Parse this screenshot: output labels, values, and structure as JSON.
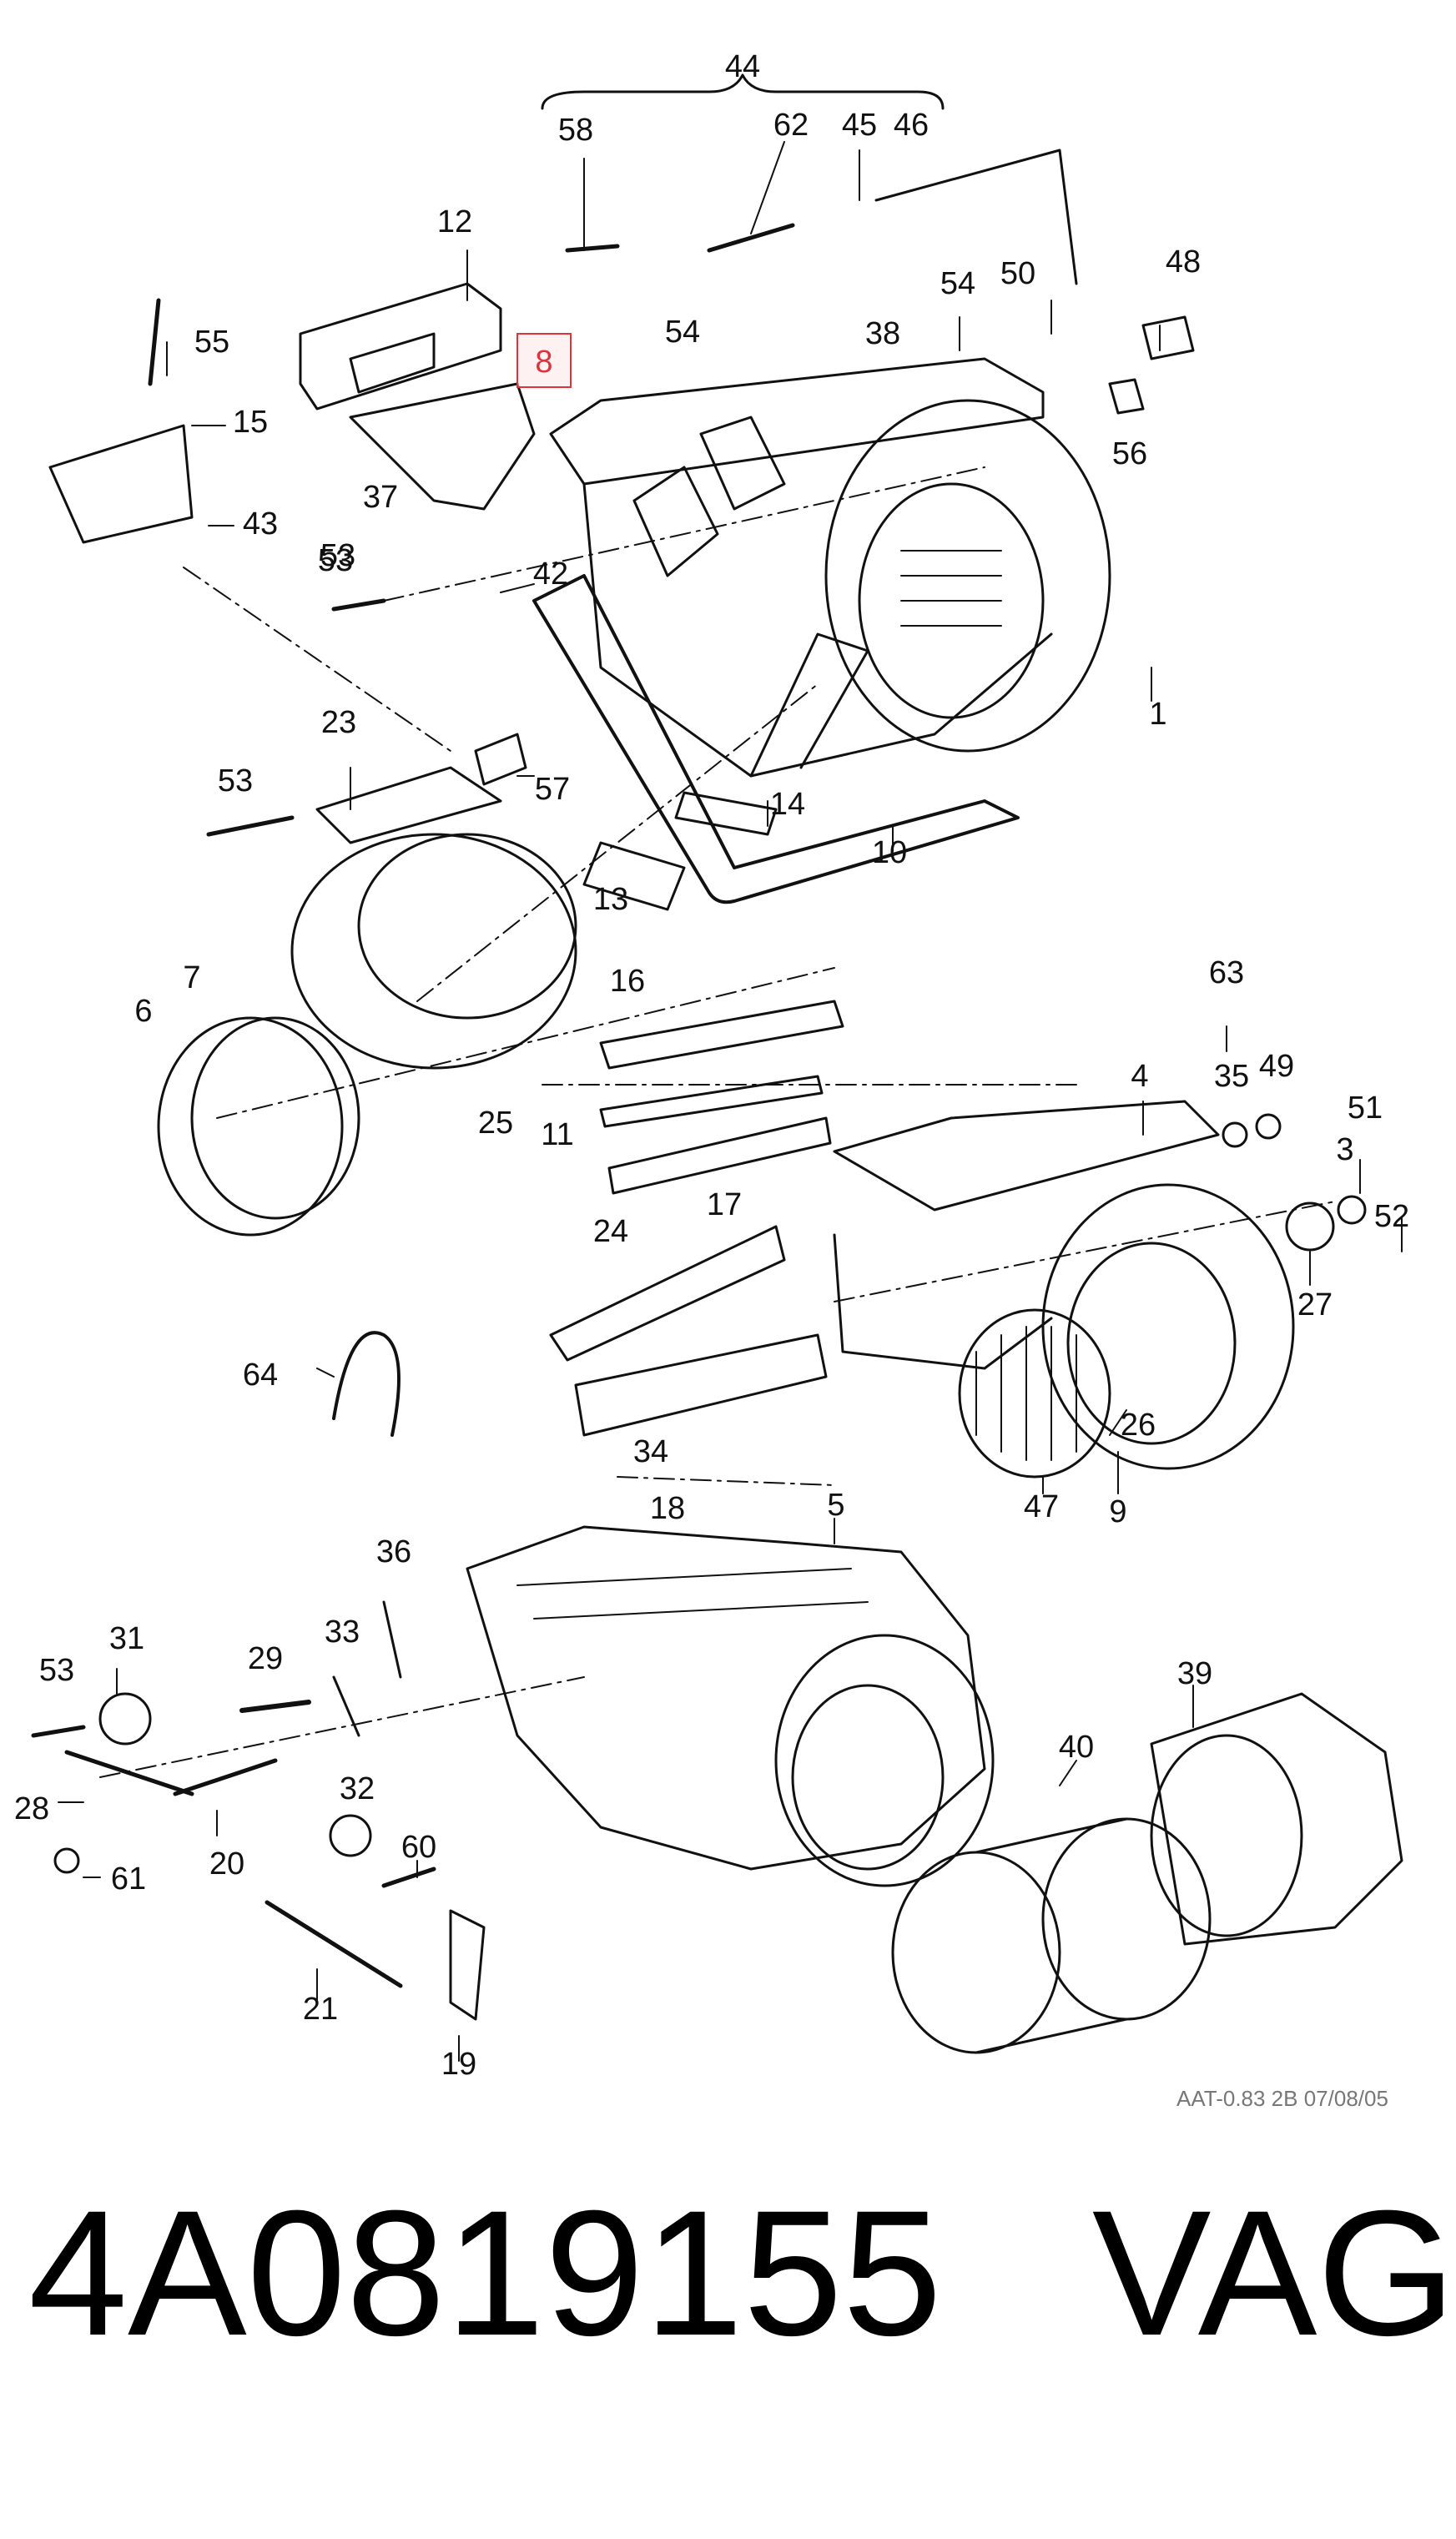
{
  "diagram": {
    "callouts": [
      "44",
      "58",
      "62",
      "45",
      "46",
      "12",
      "8",
      "55",
      "15",
      "43",
      "54",
      "53",
      "50",
      "48",
      "38",
      "54",
      "56",
      "37",
      "53",
      "42",
      "1",
      "23",
      "53",
      "57",
      "14",
      "10",
      "13",
      "7",
      "6",
      "16",
      "63",
      "4",
      "35",
      "49",
      "51",
      "25",
      "11",
      "17",
      "3",
      "24",
      "27",
      "52",
      "64",
      "26",
      "34",
      "18",
      "47",
      "9",
      "36",
      "5",
      "31",
      "53",
      "29",
      "33",
      "39",
      "40",
      "28",
      "32",
      "60",
      "20",
      "61",
      "21",
      "19"
    ],
    "highlighted_part": "8",
    "highlight_color": "#e0323a"
  },
  "footer_note": "AAT-0.83 2B  07/08/05",
  "caption": {
    "part_number": "4A0819155",
    "brand": "VAG"
  }
}
